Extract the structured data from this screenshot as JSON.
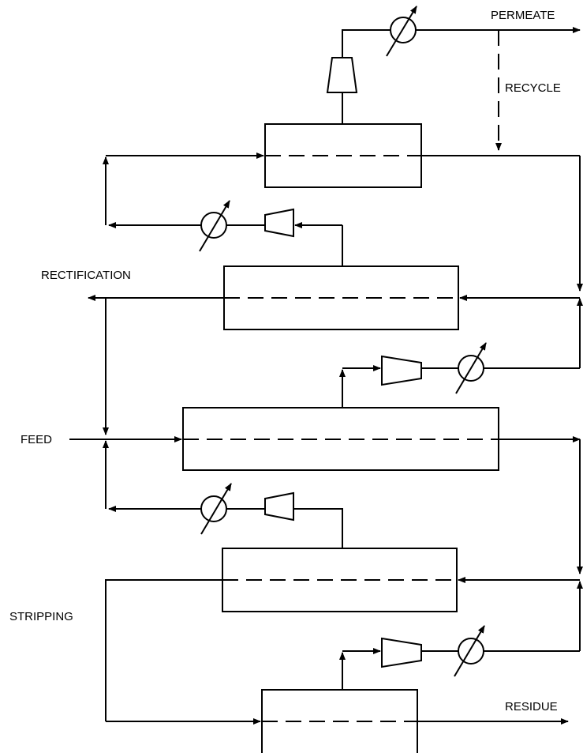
{
  "labels": {
    "permeate": "PERMEATE",
    "recycle": "RECYCLE",
    "rectification": "RECTIFICATION",
    "feed": "FEED",
    "stripping": "STRIPPING",
    "residue": "RESIDUE"
  },
  "colors": {
    "line": "#000000",
    "background": "#ffffff"
  }
}
